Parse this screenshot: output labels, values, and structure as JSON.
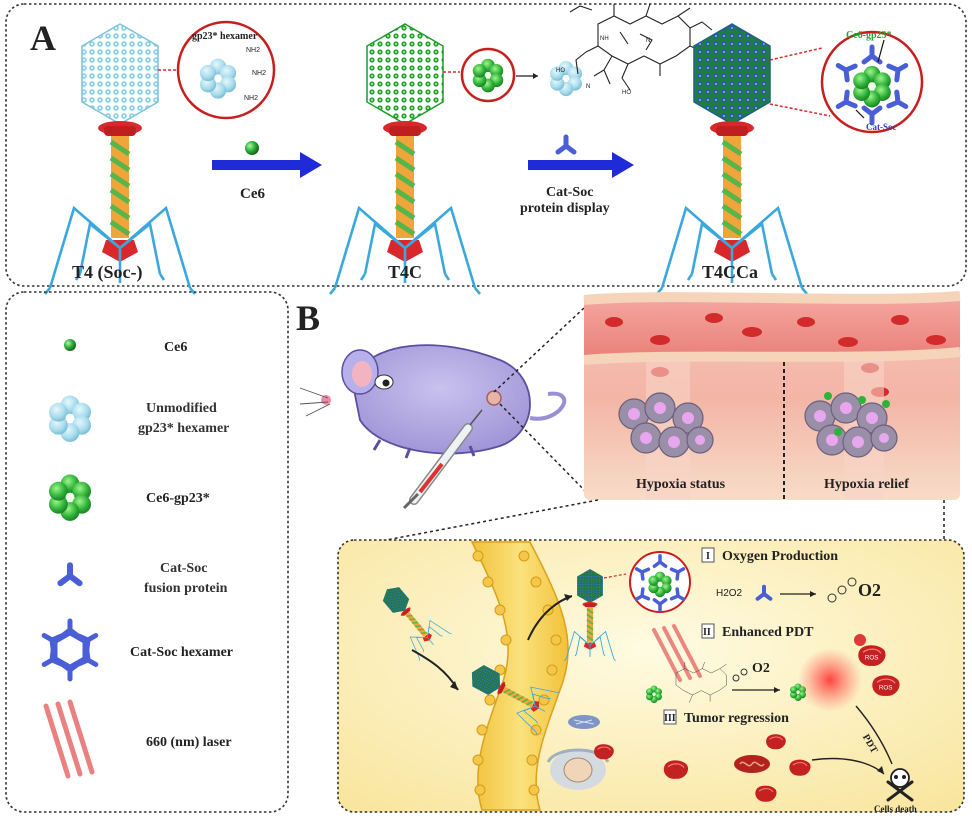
{
  "panelA": {
    "label": "A",
    "hexamer_callout": "gp23* hexamer",
    "nh2_a": "NH2",
    "nh2_b": "NH2",
    "nh2_c": "NH2",
    "step1_label": "Ce6",
    "step2_label_line1": "Cat-Soc",
    "step2_label_line2": "protein display",
    "phage1_label": "T4 (Soc-)",
    "phage2_label": "T4C",
    "phage3_label": "T4CCa",
    "callout_ce6gp23": "Ce6-gp23*",
    "callout_catsoc": "Cat-Soc"
  },
  "legend": {
    "items": [
      {
        "label1": "Ce6",
        "label2": ""
      },
      {
        "label1": "Unmodified",
        "label2": "gp23* hexamer"
      },
      {
        "label1": "Ce6-gp23*",
        "label2": ""
      },
      {
        "label1": "Cat-Soc",
        "label2": "fusion protein"
      },
      {
        "label1": "Cat-Soc hexamer",
        "label2": ""
      },
      {
        "label1": "660 (nm) laser",
        "label2": ""
      }
    ]
  },
  "panelB": {
    "label": "B",
    "tissue_left": "Hypoxia status",
    "tissue_right": "Hypoxia relief",
    "step1_num": "I",
    "step1_title": "Oxygen Production",
    "h2o2": "H2O2",
    "o2": "O2",
    "step2_num": "II",
    "step2_title": "Enhanced PDT",
    "step3_num": "III",
    "step3_title": "Tumor regression",
    "o2_small": "O2",
    "ros": "ROS",
    "pdt": "PDT",
    "cells_death": "Cells death"
  },
  "colors": {
    "green": "#2fb23a",
    "light_blue": "#a9dcec",
    "blue_arrow": "#1f2ad8",
    "cat_soc": "#4a5fd6",
    "red": "#d8282b",
    "tail": "#3aa8dd",
    "laser": "#e86a6a"
  }
}
